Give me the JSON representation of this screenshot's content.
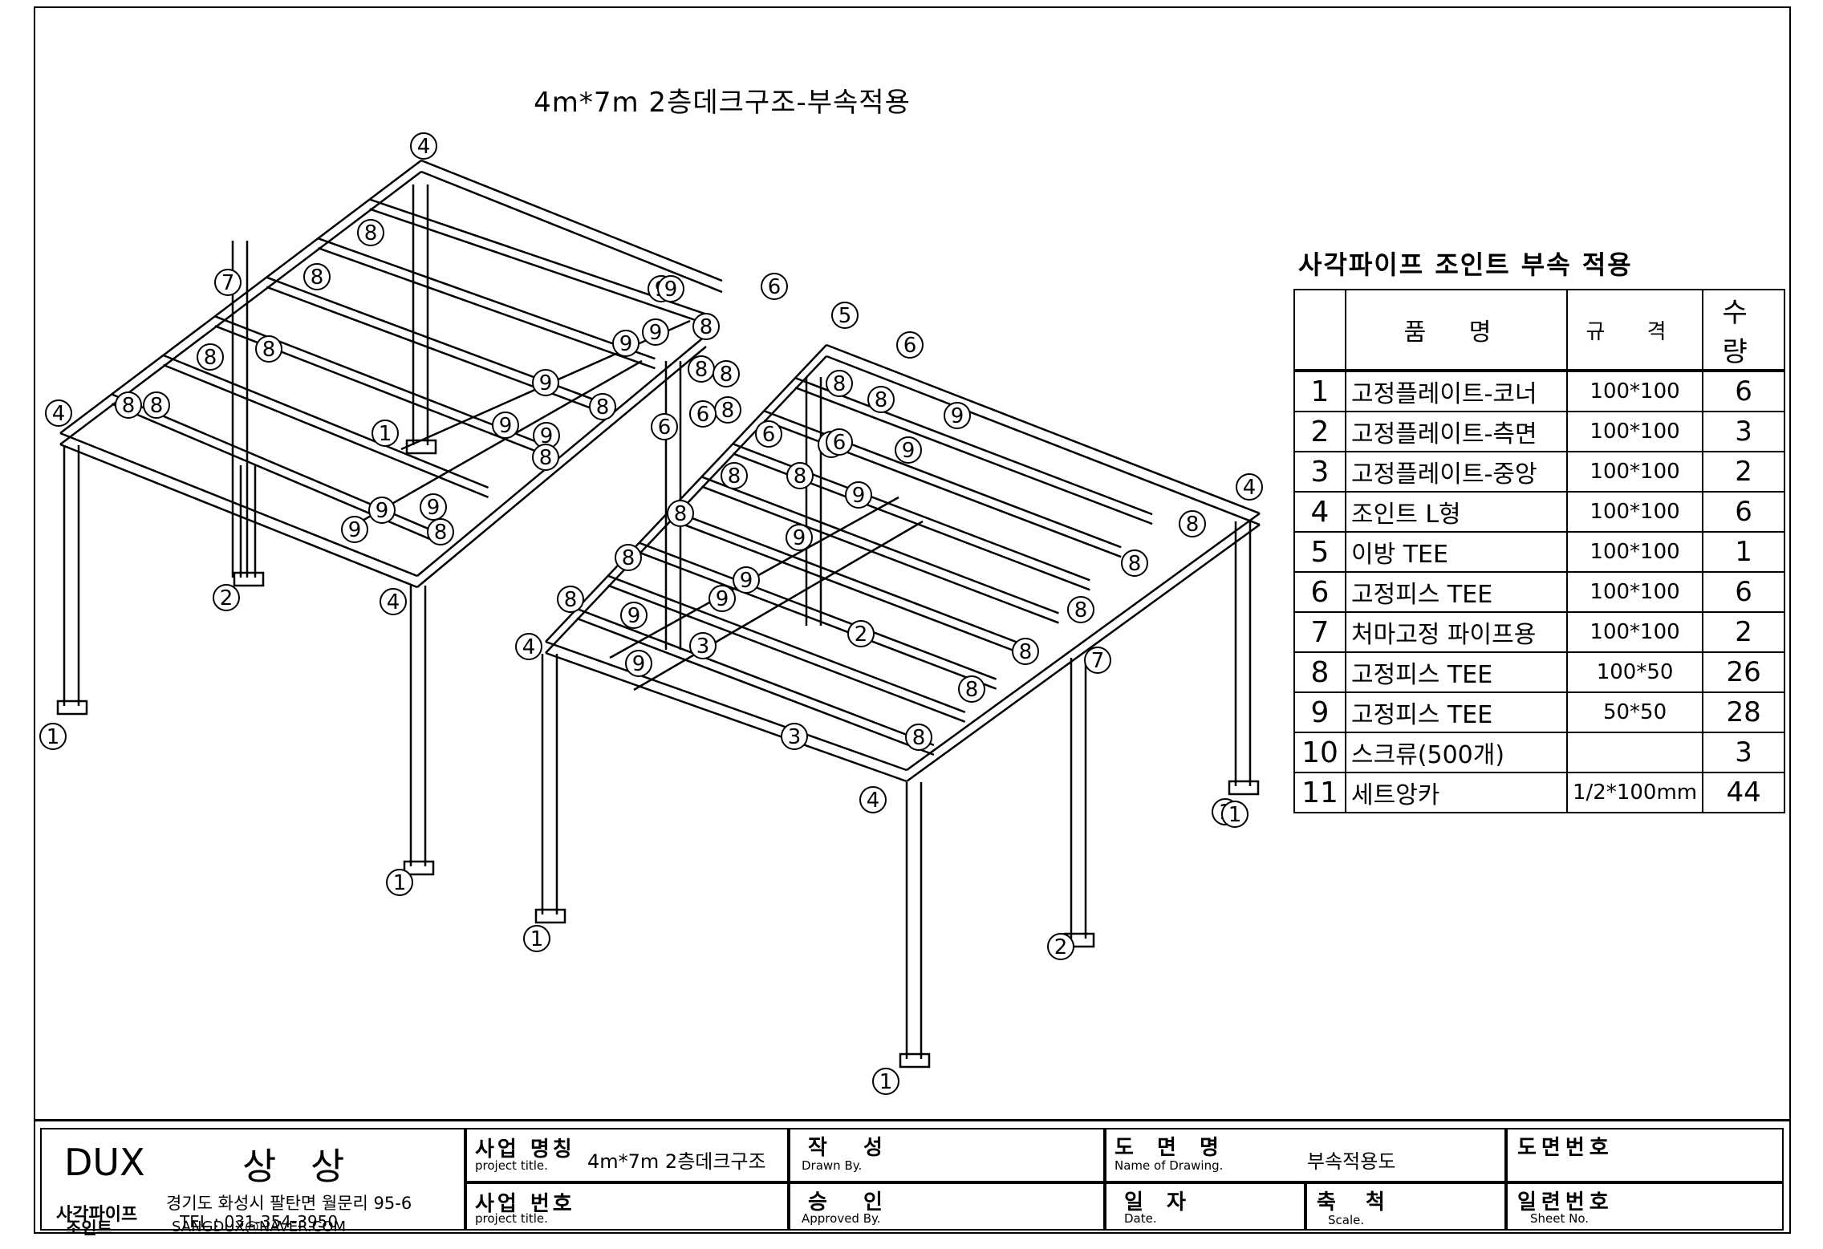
{
  "title": "4m*7m 2층데크구조-부속적용",
  "bom": {
    "caption": "사각파이프 조인트 부속 적용",
    "headers": {
      "name": "품 명",
      "spec": "규 격",
      "qty": "수 량"
    },
    "rows": [
      {
        "no": "1",
        "name": "고정플레이트-코너",
        "spec": "100*100",
        "qty": "6"
      },
      {
        "no": "2",
        "name": "고정플레이트-측면",
        "spec": "100*100",
        "qty": "3"
      },
      {
        "no": "3",
        "name": "고정플레이트-중앙",
        "spec": "100*100",
        "qty": "2"
      },
      {
        "no": "4",
        "name": "조인트 L형",
        "spec": "100*100",
        "qty": "6"
      },
      {
        "no": "5",
        "name": "이방 TEE",
        "spec": "100*100",
        "qty": "1"
      },
      {
        "no": "6",
        "name": "고정피스 TEE",
        "spec": "100*100",
        "qty": "6"
      },
      {
        "no": "7",
        "name": "처마고정 파이프용",
        "spec": "100*100",
        "qty": "2"
      },
      {
        "no": "8",
        "name": "고정피스 TEE",
        "spec": "100*50",
        "qty": "26"
      },
      {
        "no": "9",
        "name": "고정피스 TEE",
        "spec": "50*50",
        "qty": "28"
      },
      {
        "no": "10",
        "name": "스크류(500개)",
        "spec": "",
        "qty": "3"
      },
      {
        "no": "11",
        "name": "세트앙카",
        "spec": "1/2*100mm",
        "qty": "44"
      }
    ]
  },
  "title_block": {
    "brand": "DUX",
    "brand_ko": "상 상",
    "company": "사각파이프",
    "company2": "조인트",
    "address": "경기도 화성시 팔탄면 월문리 95-6",
    "tel": "TEL : 031-354-3950",
    "email": "SANGDUX@NAVER.COM",
    "project_name_ko": "사업 명칭",
    "project_name_en": "project title.",
    "project_name_val": "4m*7m 2층데크구조",
    "project_no_ko": "사업 번호",
    "project_no_en": "project title.",
    "drawn_ko": "작 성",
    "drawn_en": "Drawn By.",
    "approved_ko": "승 인",
    "approved_en": "Approved By.",
    "drawing_name_ko": "도 면 명",
    "drawing_name_en": "Name of Drawing.",
    "drawing_name_val": "부속적용도",
    "date_ko": "일 자",
    "date_en": "Date.",
    "scale_ko": "축 척",
    "scale_en": "Scale.",
    "drawing_no_ko": "도면번호",
    "sheet_no_ko": "일련번호",
    "sheet_no_en": "Sheet No."
  },
  "balloons": [
    "1",
    "2",
    "3",
    "4",
    "5",
    "6",
    "7",
    "8",
    "9"
  ]
}
